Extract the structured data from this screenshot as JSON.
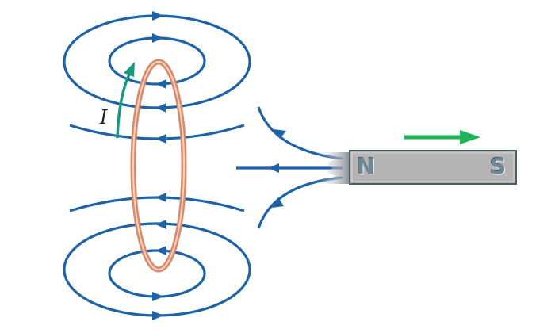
{
  "labels": {
    "current": "I",
    "north": "N",
    "south": "S"
  },
  "colors": {
    "field_lines": "#1e63a8",
    "coil": "#d98a6a",
    "current_arrow": "#1a9a7c",
    "motion_arrow": "#20b25a",
    "magnet": "#b4b4b4"
  }
}
